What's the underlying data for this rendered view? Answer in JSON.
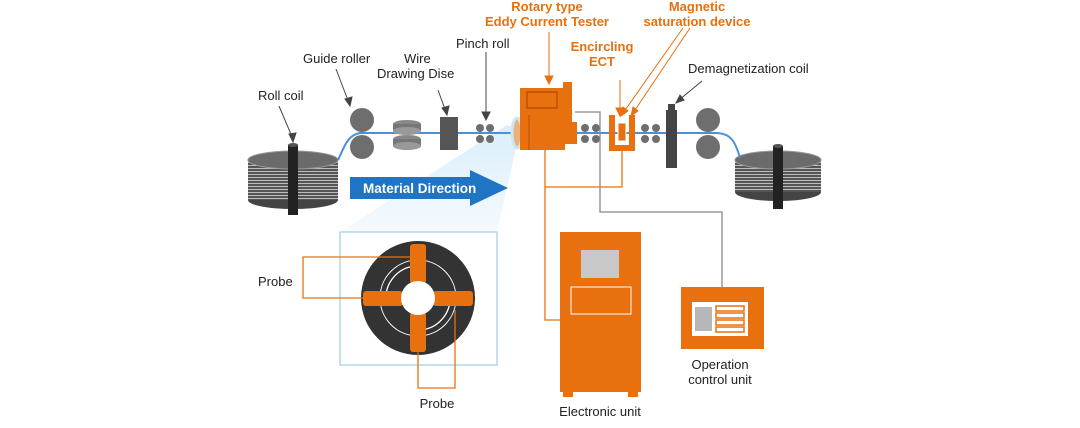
{
  "colors": {
    "accent": "#e8700f",
    "blue": "#1f74c4",
    "dark": "#333333",
    "gray": "#666666",
    "wire": "#4a90d9",
    "text": "#222222"
  },
  "labels": {
    "roll_coil": "Roll coil",
    "guide_roller": "Guide roller",
    "wire_drawing_line1": "Wire",
    "wire_drawing_line2": "Drawing Dise",
    "pinch_roll": "Pinch roll",
    "rotary_line1": "Rotary type",
    "rotary_line2": "Eddy Current Tester",
    "encircling_line1": "Encircling",
    "encircling_line2": "ECT",
    "magnetic_line1": "Magnetic",
    "magnetic_line2": "saturation device",
    "demag_coil": "Demagnetization coil",
    "material_direction": "Material Direction",
    "probe_left": "Probe",
    "probe_bottom": "Probe",
    "operation_line1": "Operation",
    "operation_line2": "control unit",
    "electronic_unit": "Electronic unit"
  }
}
